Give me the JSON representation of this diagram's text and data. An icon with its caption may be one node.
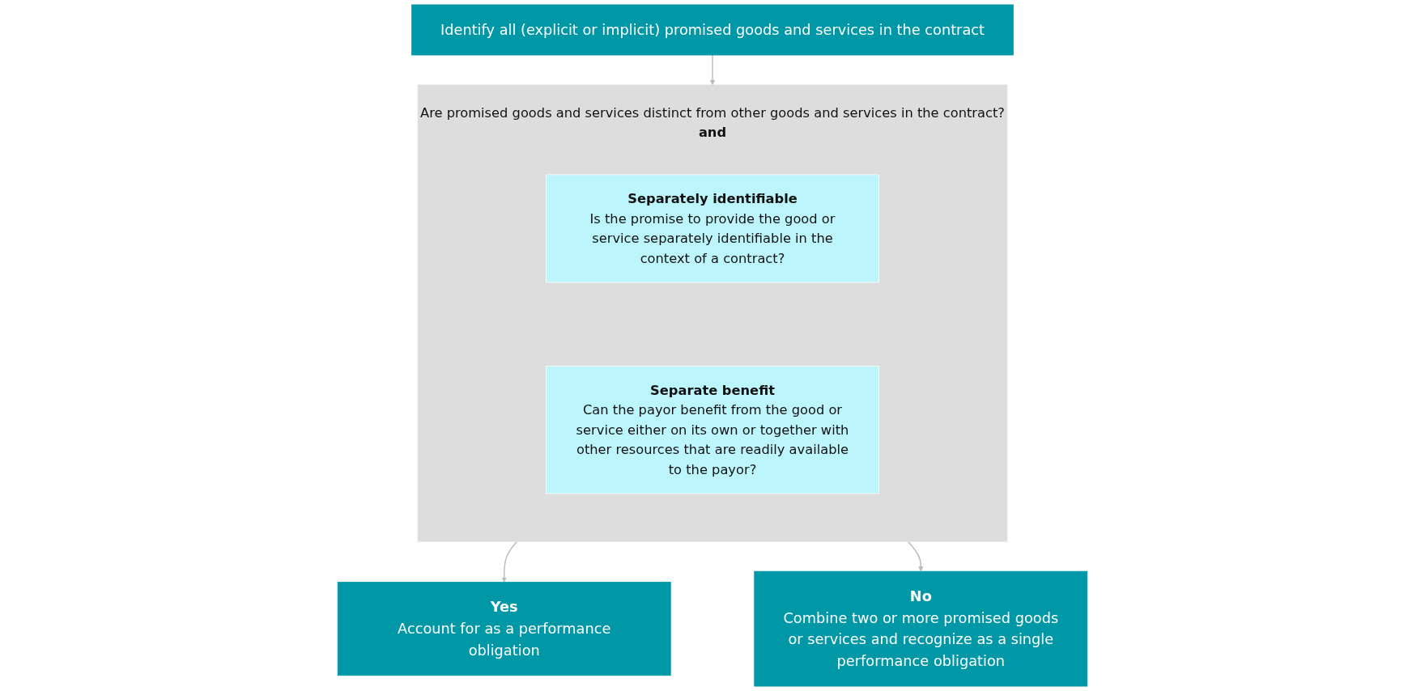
{
  "diagram": {
    "nodes": [
      {
        "text": [
          "Identify all (explicit or implicit) promised goods and services in the contract"
        ]
      },
      {
        "text": [
          "Are promised goods and services distinct from other goods and services in the contract?",
          "and"
        ]
      },
      {
        "text": [
          "Separately identifiable",
          "Is the promise to provide the good or service separately identifiable in the context of a contract?"
        ],
        "in": 1
      },
      {
        "text": [
          "Separate benefit",
          "Can the payor benefit from the good or service either on its own or together with other resources that are readily available to the payor?"
        ],
        "in": 1
      },
      {
        "text": [
          "Yes",
          "Account for as a performance obligation"
        ]
      },
      {
        "text": [
          "No",
          "Combine two or more promised goods or services and recognize as a single performance obligation"
        ]
      }
    ],
    "edges": [
      {
        "from": 0,
        "to": 1,
        "arrow": "to"
      },
      {
        "from": 1,
        "to": 4,
        "arrow": "to"
      },
      {
        "from": 1,
        "to": 5,
        "arrow": "to"
      }
    ]
  }
}
